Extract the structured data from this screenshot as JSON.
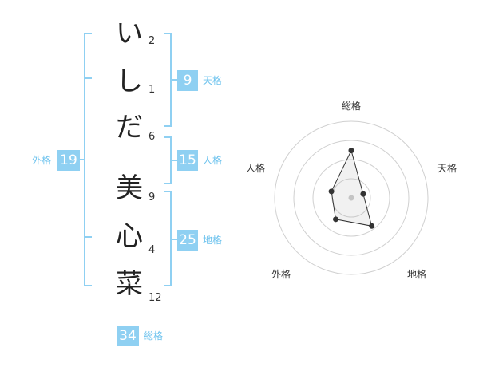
{
  "name": {
    "chars": [
      "い",
      "し",
      "だ",
      "美",
      "心",
      "菜"
    ],
    "strokes": [
      "2",
      "1",
      "6",
      "9",
      "4",
      "12"
    ]
  },
  "kakusu": {
    "tenkaku": {
      "value": "9",
      "label": "天格"
    },
    "jinkaku": {
      "value": "15",
      "label": "人格"
    },
    "chikaku": {
      "value": "25",
      "label": "地格"
    },
    "gaikaku": {
      "value": "19",
      "label": "外格"
    },
    "soukaku": {
      "value": "34",
      "label": "総格"
    }
  },
  "colors": {
    "accent": "#8fd0f2",
    "accent_text": "#6ec3ee",
    "bracket": "#8fd0f2"
  },
  "chart_data": {
    "type": "radar",
    "axes": [
      "総格",
      "天格",
      "地格",
      "外格",
      "人格"
    ],
    "values": [
      34,
      9,
      25,
      19,
      15
    ],
    "max": 55
  }
}
